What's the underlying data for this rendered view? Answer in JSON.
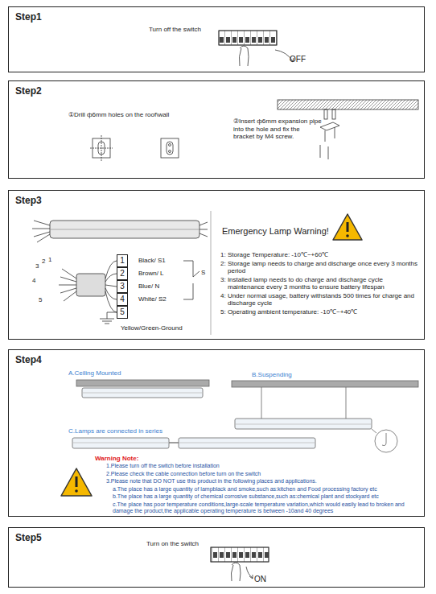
{
  "diagram": {
    "nodes": [
      {
        "text": [
          "Step1"
        ]
      },
      {
        "text": [
          "Step2"
        ]
      },
      {
        "text": [
          "Step3"
        ]
      },
      {
        "text": [
          "1"
        ],
        "in": 2
      },
      {
        "text": [
          "2"
        ],
        "in": 2
      },
      {
        "text": [
          "3"
        ],
        "in": 2
      },
      {
        "text": [
          "4"
        ],
        "in": 2
      },
      {
        "text": [
          "5"
        ],
        "in": 2
      },
      {
        "text": [
          "Step4"
        ]
      },
      {
        "text": [
          "Step5"
        ]
      }
    ],
    "labels": [
      "Turn off the switch",
      "OFF",
      "①Drill ф6mm holes on the roof\\wall",
      "②Insert ф6mm expansion pipe into the hole and fix the bracket by M4 screw.",
      "3",
      "2",
      "1",
      "4",
      "5",
      "Black/ S1",
      "Brown/ L",
      "Blue/ N",
      "White/ S2",
      "S",
      "Yellow/Green-Ground",
      "Emergency Lamp Warning!",
      "1: Storage Temperature: -10℃~+60℃",
      "2: Storage lamp needs to charge and discharge once every 3 months period",
      "3: Installed lamp needs to do charge and discharge cycle maintenance every 3 months to ensure battery lifespan",
      "4: Under normal usage, battery withstands 500 times for charge and discharge cycle",
      "5: Operating ambient temperature: -10℃~+40℃",
      "A.Ceiling Mounted",
      "B.Suspending",
      "C.Lamps are connected in series",
      "Warning Note:",
      "1.Please turn off the switch before installation",
      "2.Please check the cable connection before turn on the switch",
      "3.Please note that DO NOT use this product in the following places and applications.",
      "a.The place has a large quantity of lampblack and smoke,such as:kitchen and Food processing factory etc",
      "b.The place has a large quantity of chemical corrosive substance,such as:chemical plant and stockyard etc",
      "c.The place has poor temperature conditions,large-scale temperature variation,which would easily lead to broken and damage the product,the applicable operating temperature is between -10and 40 degrees",
      "Turn on the switch",
      "ON"
    ]
  }
}
